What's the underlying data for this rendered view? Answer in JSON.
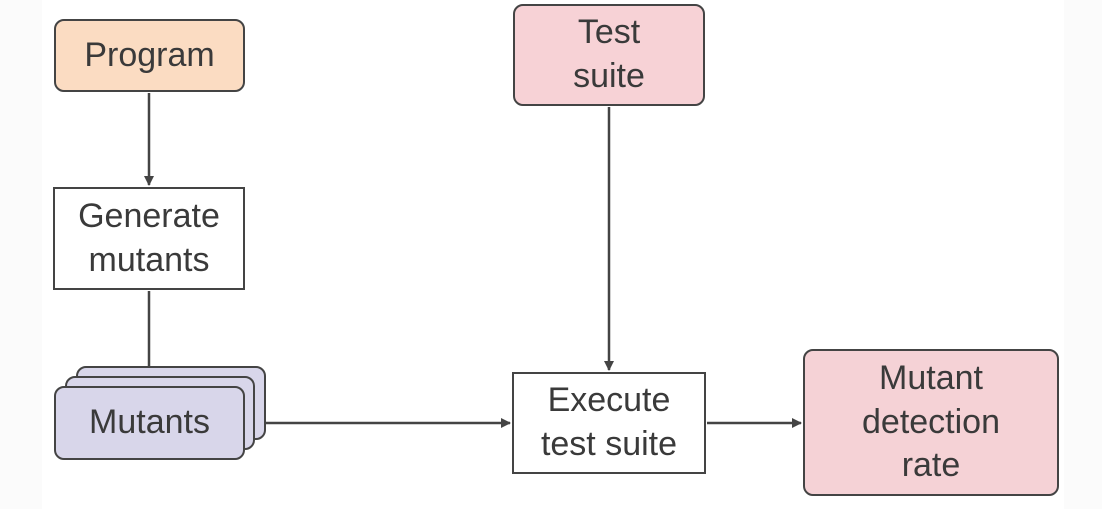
{
  "nodes": {
    "program": "Program",
    "generate_mutants": [
      "Generate",
      "mutants"
    ],
    "test_suite": [
      "Test",
      "suite"
    ],
    "mutants": "Mutants",
    "execute_test_suite": [
      "Execute",
      "test suite"
    ],
    "mutant_detection_rate": [
      "Mutant",
      "detection",
      "rate"
    ]
  },
  "colors": {
    "program_fill": "#fbdcc2",
    "test_suite_fill": "#f7d2d6",
    "mutants_fill": "#d8d6ea",
    "rate_fill": "#f5d2d6",
    "stroke": "#444444",
    "text": "#3a3a3a"
  }
}
